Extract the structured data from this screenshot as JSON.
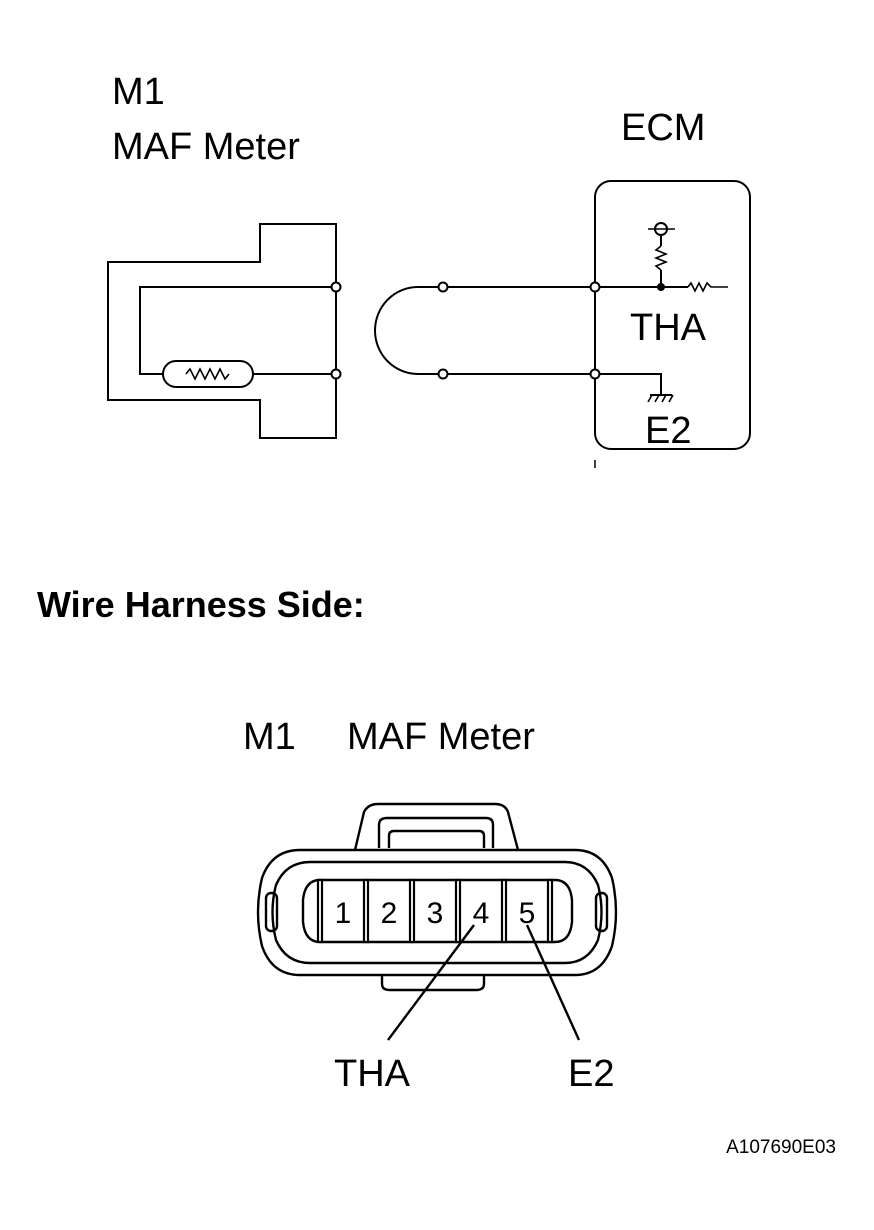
{
  "top_diagram": {
    "component_code": "M1",
    "component_name": "MAF Meter",
    "ecm_label": "ECM",
    "ecm_terminal_tha": "THA",
    "ecm_terminal_e2": "E2"
  },
  "section_title": "Wire Harness Side:",
  "connector": {
    "code": "M1",
    "name": "MAF Meter",
    "pins": [
      "1",
      "2",
      "3",
      "4",
      "5"
    ],
    "callout_tha": "THA",
    "callout_e2": "E2"
  },
  "figure_id": "A107690E03",
  "colors": {
    "line": "#000000",
    "background": "#ffffff"
  }
}
